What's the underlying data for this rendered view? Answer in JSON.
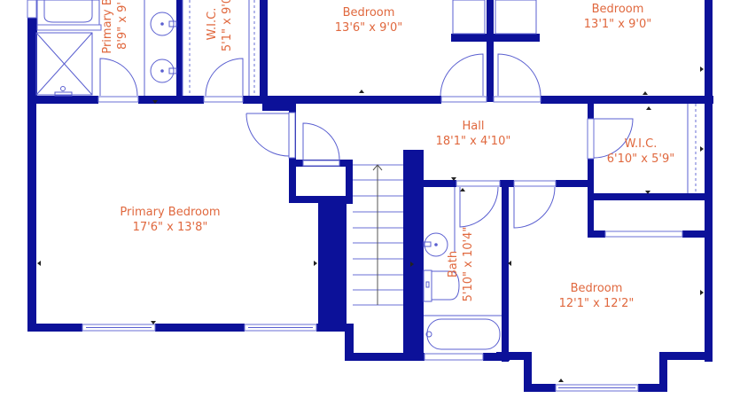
{
  "floor_plan": {
    "colors": {
      "wall": "#0c1199",
      "fixture_line": "#5a5fd0",
      "label": "#e0683e",
      "background": "#ffffff"
    },
    "rooms": [
      {
        "id": "primary-bath",
        "name": "Primary Bath",
        "name_visible": "Primary B",
        "dimensions": "8'9\" x 9'",
        "orientation": "vertical"
      },
      {
        "id": "wic-top",
        "name": "W.I.C.",
        "dimensions": "5'1\" x 9'0",
        "orientation": "vertical"
      },
      {
        "id": "bedroom-top-center",
        "name": "Bedroom",
        "dimensions": "13'6\" x 9'0\"",
        "orientation": "horizontal"
      },
      {
        "id": "bedroom-top-right",
        "name": "Bedroom",
        "dimensions": "13'1\" x 9'0\"",
        "orientation": "horizontal"
      },
      {
        "id": "hall",
        "name": "Hall",
        "dimensions": "18'1\" x 4'10\"",
        "orientation": "horizontal"
      },
      {
        "id": "wic-right",
        "name": "W.I.C.",
        "dimensions": "6'10\" x 5'9\"",
        "orientation": "horizontal"
      },
      {
        "id": "primary-bedroom",
        "name": "Primary Bedroom",
        "dimensions": "17'6\" x 13'8\"",
        "orientation": "horizontal"
      },
      {
        "id": "bath",
        "name": "Bath",
        "dimensions": "5'10\" x 10'4\"",
        "orientation": "vertical"
      },
      {
        "id": "bedroom-bottom-right",
        "name": "Bedroom",
        "dimensions": "12'1\" x 12'2\"",
        "orientation": "horizontal"
      }
    ],
    "fixtures": [
      "shower",
      "double-vanity-sinks",
      "toilet",
      "sink",
      "bathtub",
      "staircase",
      "closet-rods"
    ]
  }
}
